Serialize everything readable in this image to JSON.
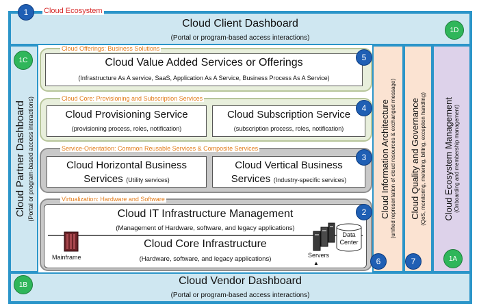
{
  "ecosystem": {
    "badge": "1",
    "label": "Cloud Ecosystem"
  },
  "client_dashboard": {
    "title": "Cloud Client Dashboard",
    "subtitle": "(Portal or program-based access interactions)",
    "badge": "1D"
  },
  "vendor_dashboard": {
    "title": "Cloud Vendor Dashboard",
    "subtitle": "(Portal or program-based access interactions)",
    "badge": "1B"
  },
  "partner_dashboard": {
    "title": "Cloud Partner Dashboard",
    "subtitle": "(Portal or program-based access interactions)",
    "badge": "1C"
  },
  "information_architecture": {
    "title": "Cloud Information Architecture",
    "subtitle": "(unified representation of cloud resources & exchanged message)",
    "badge": "6"
  },
  "quality_governance": {
    "title": "Cloud Quality and Governance",
    "subtitle": "(QoS, monitoring, metering, billing, exception handling)",
    "badge": "7"
  },
  "ecosystem_management": {
    "title": "Cloud Ecosystem Management",
    "subtitle": "(Onboarding and membership management)",
    "badge": "1A"
  },
  "offerings_layer": {
    "label": "Cloud Offerings: Business Solutions",
    "badge": "5",
    "box_title": "Cloud Value Added Services or Offerings",
    "box_sub": "(Infrastructure As A service, SaaS, Application As A Service, Business Process As A Service)"
  },
  "core_layer": {
    "label": "Cloud Core: Provisioning and Subscription Services",
    "badge": "4",
    "provisioning_title": "Cloud Provisioning Service",
    "provisioning_sub": "(provisioning process, roles, notification)",
    "subscription_title": "Cloud Subscription Service",
    "subscription_sub": "(subscription process, roles, notification)"
  },
  "orientation_layer": {
    "label": "Service-Orientation: Common Reusable Services & Composite Services",
    "badge": "3",
    "horizontal_title": "Cloud Horizontal Business",
    "horizontal_title2": "Services",
    "horizontal_sub": "(Utility services)",
    "vertical_title": "Cloud Vertical Business",
    "vertical_title2": "Services",
    "vertical_sub": "(Industry-specific services)"
  },
  "virtualization_layer": {
    "label": "Virtualization: Hardware and Software",
    "badge": "2",
    "mgmt_title": "Cloud IT Infrastructure Management",
    "mgmt_sub": "(Management of Hardware, software, and legacy applications)",
    "core_title": "Cloud Core Infrastructure",
    "core_sub": "(Hardware, software, and legacy applications)",
    "mainframe": "Mainframe",
    "servers": "Servers",
    "data_center_line1": "Data",
    "data_center_line2": "Center"
  },
  "colors": {
    "frame_blue": "#2b95c9",
    "badge_blue": "#1f5fb4",
    "badge_green": "#2fb65a",
    "label_orange": "#e07b1a",
    "label_red": "#d62a2a"
  }
}
